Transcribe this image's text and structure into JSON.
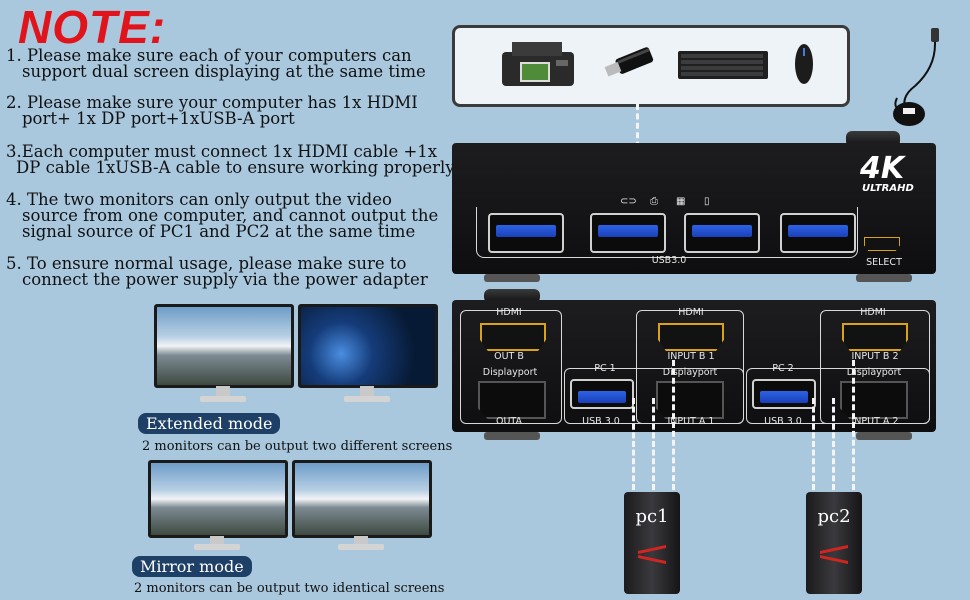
{
  "header": {
    "title": "NOTE:"
  },
  "notes": [
    {
      "line1": "1. Please make sure each of your computers can",
      "line2": "support dual screen displaying at the same time"
    },
    {
      "line1": "2. Please make sure your computer has 1x HDMI",
      "line2": "port+ 1x DP port+1xUSB-A port"
    },
    {
      "line1": "3.Each computer must connect 1x HDMI cable +1x",
      "line2": "DP cable 1xUSB-A cable to ensure working properly"
    },
    {
      "line1": "4. The two monitors can only output the video",
      "line2": "source from one computer, and cannot output the",
      "line3": "signal source of PC1 and PC2 at the same time"
    },
    {
      "line1": "5. To ensure normal usage, please make sure to",
      "line2": "connect the power supply via the power adapter"
    }
  ],
  "modes": {
    "extended": {
      "label": "Extended mode",
      "desc": "2 monitors can be output two different screens"
    },
    "mirror": {
      "label": "Mirror mode",
      "desc": "2 monitors can be output two identical screens"
    }
  },
  "front_panel": {
    "badge_top": "4K",
    "badge_bottom": "ULTRAHD",
    "usb_label": "USB3.0",
    "select_label": "SELECT"
  },
  "back_panel": {
    "hdmi": "HDMI",
    "displayport": "Displayport",
    "out_b": "OUT B",
    "out_a": "OUTA",
    "pc1": "PC 1",
    "pc2": "PC 2",
    "usb30": "USB 3.0",
    "input_b1": "INPUT B 1",
    "input_a1": "INPUT A 1",
    "input_b2": "INPUT B 2",
    "input_a2": "INPUT A 2"
  },
  "computers": {
    "pc1": "pc1",
    "pc2": "pc2"
  },
  "icons": [
    "printer-icon",
    "usb-dongle-icon",
    "keyboard-icon",
    "mouse-icon",
    "remote-switch-icon"
  ],
  "colors": {
    "background": "#a9c7dd",
    "title": "#e0141a",
    "usb_blue": "#2c63e6",
    "badge": "#1e3f66"
  }
}
